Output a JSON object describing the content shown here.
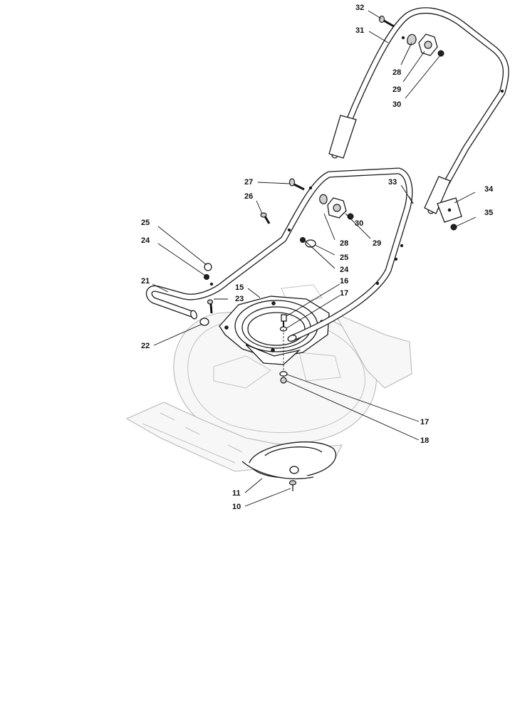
{
  "callouts": [
    {
      "id": "c32",
      "text": "32"
    },
    {
      "id": "c31",
      "text": "31"
    },
    {
      "id": "c28a",
      "text": "28"
    },
    {
      "id": "c29a",
      "text": "29"
    },
    {
      "id": "c30a",
      "text": "30"
    },
    {
      "id": "c27",
      "text": "27"
    },
    {
      "id": "c33",
      "text": "33"
    },
    {
      "id": "c34",
      "text": "34"
    },
    {
      "id": "c26",
      "text": "26"
    },
    {
      "id": "c30b",
      "text": "30"
    },
    {
      "id": "c35",
      "text": "35"
    },
    {
      "id": "c25a",
      "text": "25"
    },
    {
      "id": "c28b",
      "text": "28"
    },
    {
      "id": "c29b",
      "text": "29"
    },
    {
      "id": "c24a",
      "text": "24"
    },
    {
      "id": "c25b",
      "text": "25"
    },
    {
      "id": "c24b",
      "text": "24"
    },
    {
      "id": "c21",
      "text": "21"
    },
    {
      "id": "c15",
      "text": "15"
    },
    {
      "id": "c16",
      "text": "16"
    },
    {
      "id": "c23",
      "text": "23"
    },
    {
      "id": "c17a",
      "text": "17"
    },
    {
      "id": "c22",
      "text": "22"
    },
    {
      "id": "c17b",
      "text": "17"
    },
    {
      "id": "c18",
      "text": "18"
    },
    {
      "id": "c11",
      "text": "11"
    },
    {
      "id": "c10",
      "text": "10"
    }
  ]
}
